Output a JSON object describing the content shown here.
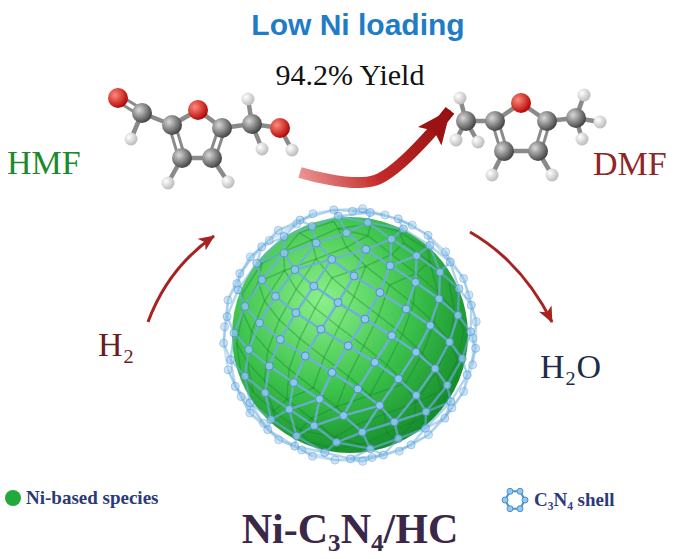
{
  "diagram": {
    "title": "Low Ni loading",
    "nodes": [
      {
        "text": [
          "HMF"
        ]
      },
      {
        "text": [
          "DMF"
        ]
      }
    ],
    "edges": [
      {
        "from": 0,
        "to": 1,
        "arrow": "to"
      }
    ],
    "labels": [
      "94.2% Yield",
      "H₂",
      "H₂O",
      "Ni-C₃N₄/HC"
    ],
    "legend": [
      {
        "text": "Ni-based species",
        "color": "#22a83c"
      },
      {
        "text": "C₃N₄ shell"
      }
    ]
  }
}
